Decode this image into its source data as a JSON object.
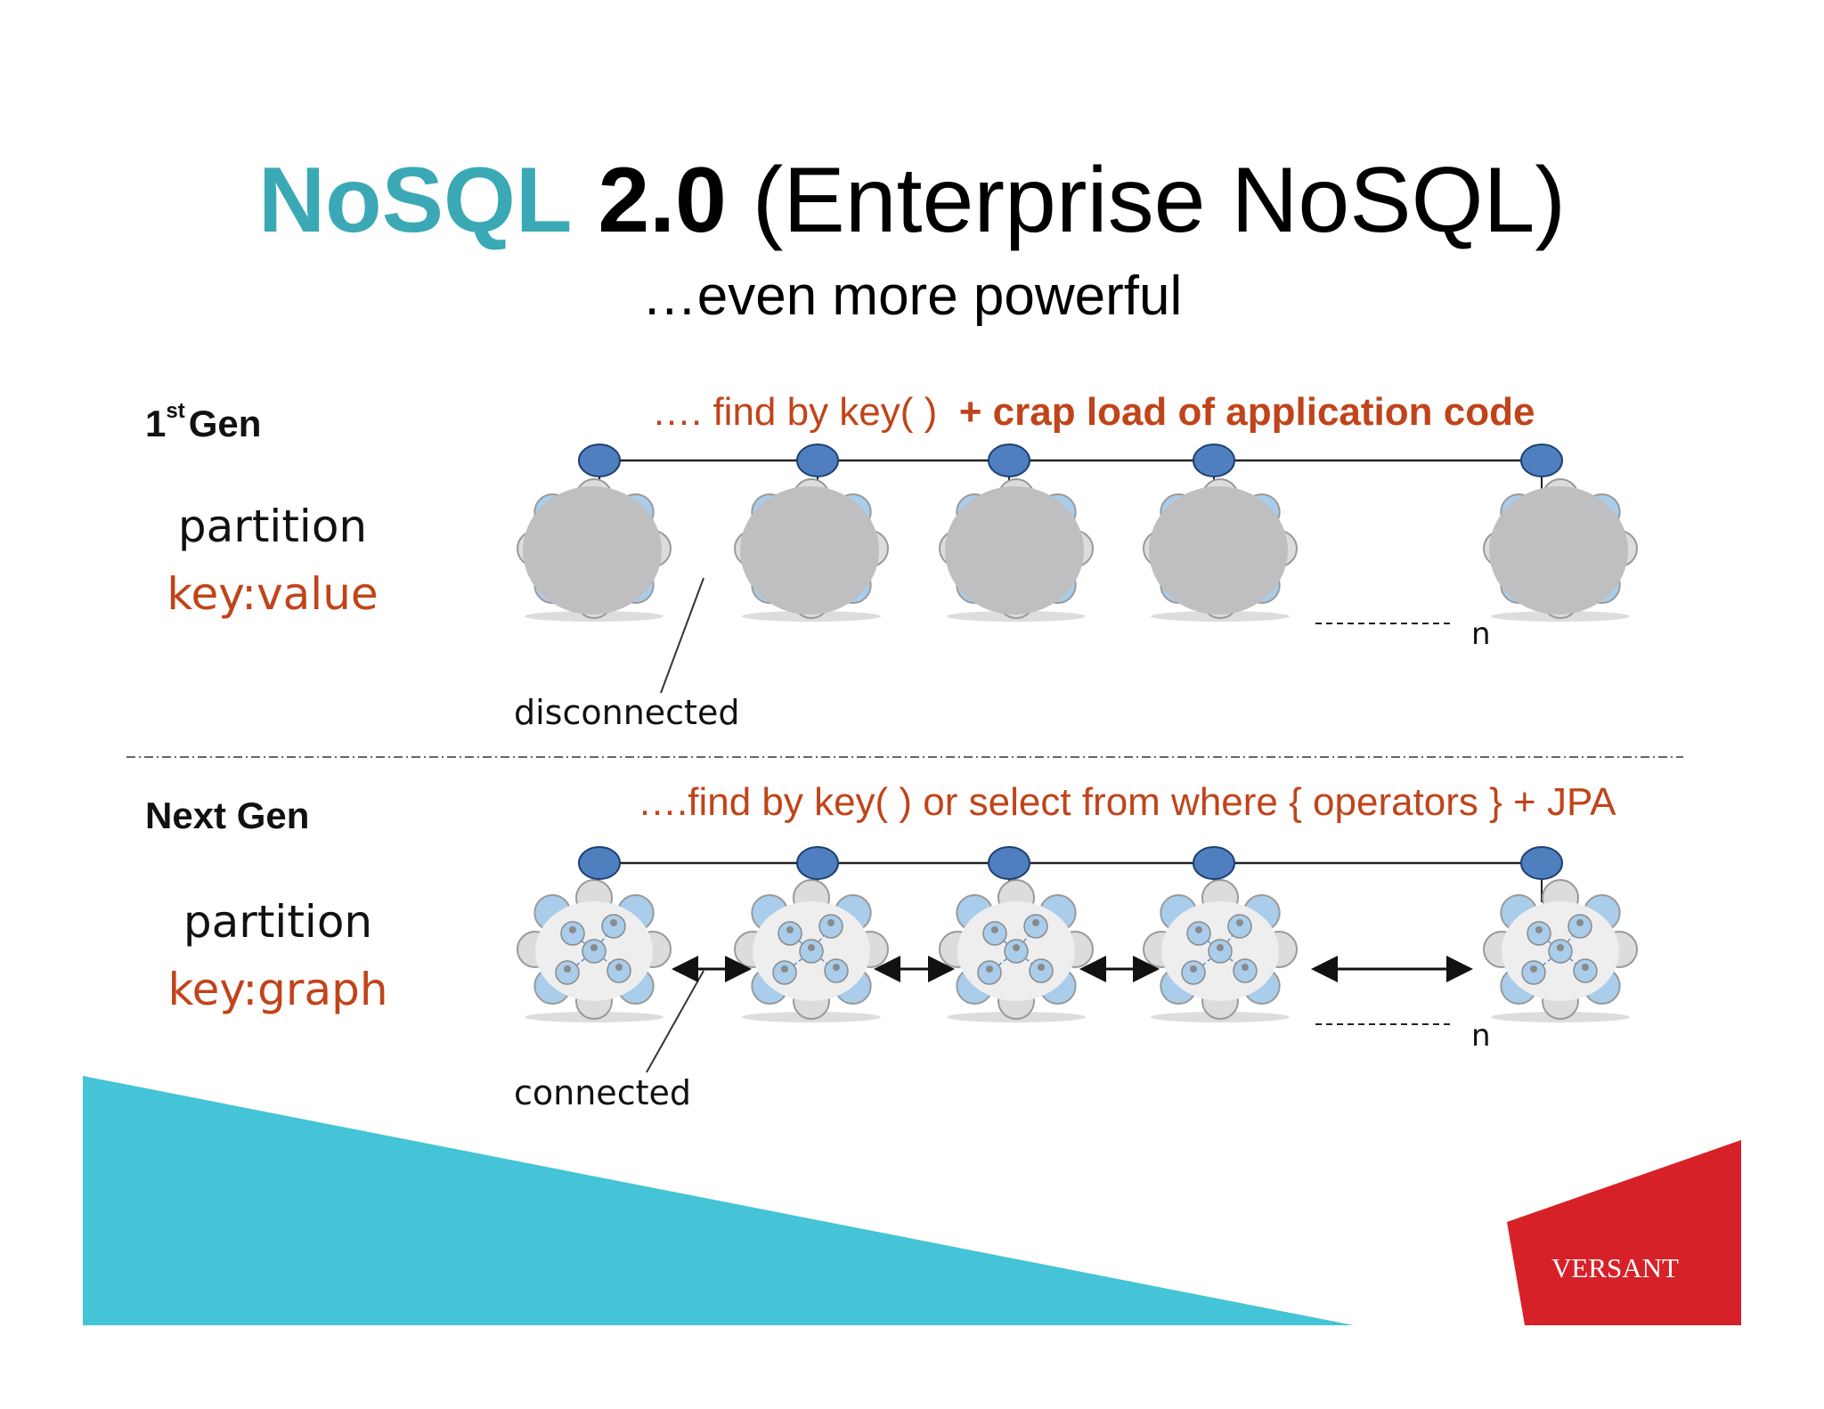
{
  "slide": {
    "title_nosql": "NoSQL",
    "title_version": "2.0",
    "title_rest": "(Enterprise NoSQL)",
    "subtitle": "…even more powerful"
  },
  "first_gen": {
    "label_main": "1",
    "label_sup": "st",
    "label_rest": "Gen",
    "query_plain": "…. find by key( )",
    "query_bold": "+ crap load of application code",
    "kind": "partition",
    "value": "key:value",
    "callout": "disconnected",
    "n_label": "n"
  },
  "next_gen": {
    "label": "Next Gen",
    "query": "….find by key( ) or select from where { operators } + JPA",
    "kind": "partition",
    "value": "key:graph",
    "callout": "connected",
    "n_label": "n"
  },
  "logo": {
    "text": "VERSANT"
  },
  "colors": {
    "title_accent": "#3aa9b5",
    "query_text": "#c0441a",
    "node_fill": "#4f7fbf",
    "teal_band": "#44c4d6",
    "brand_red": "#d72128"
  }
}
